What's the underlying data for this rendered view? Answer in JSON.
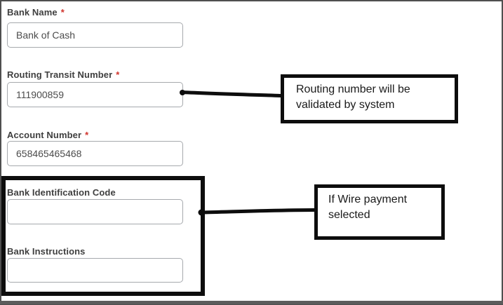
{
  "form": {
    "required_marker": "*",
    "fields": [
      {
        "label": "Bank Name",
        "required": true,
        "value": "Bank of Cash"
      },
      {
        "label": "Routing Transit Number",
        "required": true,
        "value": "111900859"
      },
      {
        "label": "Account Number",
        "required": true,
        "value": "658465465468"
      },
      {
        "label": "Bank Identification Code",
        "required": false,
        "value": ""
      },
      {
        "label": "Bank Instructions",
        "required": false,
        "value": ""
      }
    ]
  },
  "annotations": {
    "routing_callout": {
      "text": "Routing number will be validated by system"
    },
    "wire_callout": {
      "text": "If Wire payment selected"
    }
  },
  "colors": {
    "required_red": "#d0342c",
    "annotation_black": "#0d0d0d",
    "frame_border": "#4f4f4f",
    "input_border": "#a6a9ad",
    "label_text": "#3f3f3f"
  }
}
